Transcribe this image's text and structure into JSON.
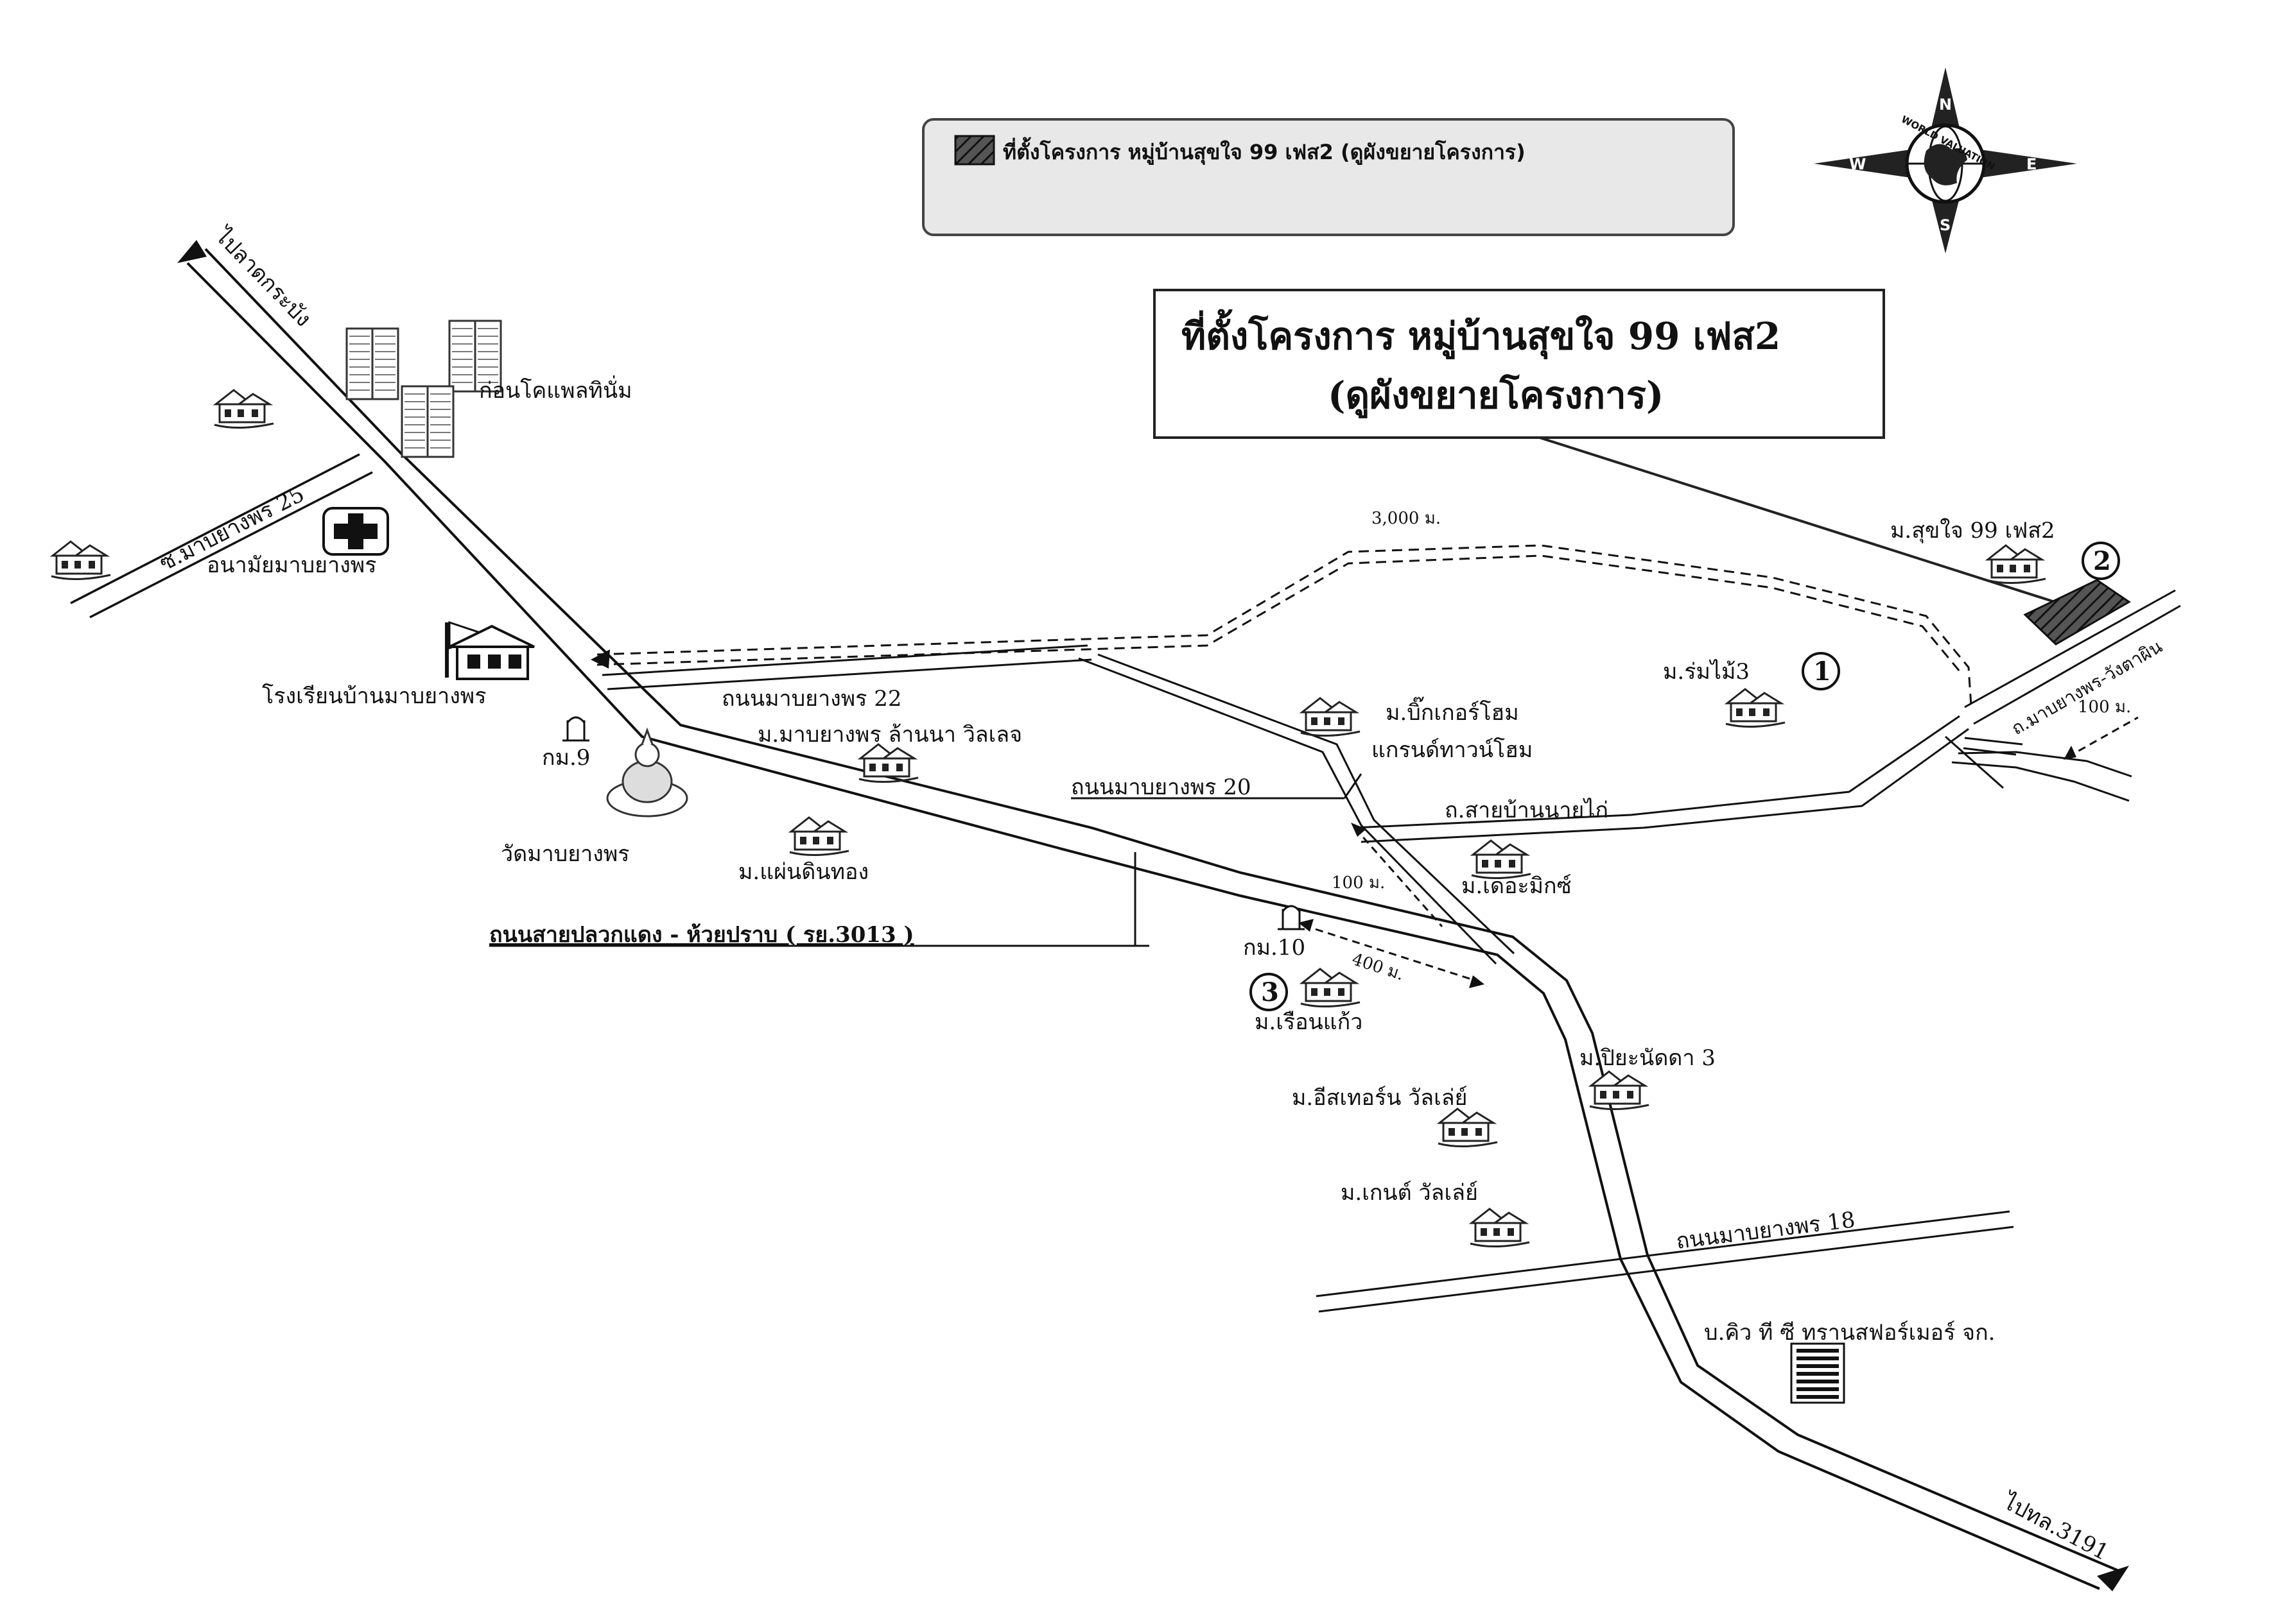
{
  "legend": {
    "text": "ที่ตั้งโครงการ หมู่บ้านสุขใจ 99 เฟส2 (ดูผังขยายโครงการ)"
  },
  "title": {
    "line1": "ที่ตั้งโครงการ หมู่บ้านสุขใจ 99 เฟส2",
    "line2": "(ดูผังขยายโครงการ)"
  },
  "compass": {
    "n": "N",
    "s": "S",
    "e": "E",
    "w": "W",
    "brand": "WORLD VALUATION"
  },
  "roads": {
    "to_lat_krabang": "ไปลาดกระบัง",
    "to_road_3191": "ไปทล.3191",
    "soi_25": "ซ.มาบยางพร 25",
    "road_22": "ถนนมาบยางพร 22",
    "road_20": "ถนนมาบยางพร 20",
    "road_18": "ถนนมาบยางพร 18",
    "road_nai_kai": "ถ.สายบ้านนายไก่",
    "road_wang_tanot": "ถ.มาบยางพร-วังตาผิน",
    "main_road": "ถนนสายปลวกแดง - ห้วยปราบ ( รย.3013 )"
  },
  "places": {
    "condo": "ก่อนโคแพลทินั่ม",
    "health_center": "อนามัยมาบยางพร",
    "school": "โรงเรียนบ้านมาบยางพร",
    "km9": "กม.9",
    "temple": "วัดมาบยางพร",
    "m_lanna": "ม.มาบยางพร ล้านนา วิลเลจ",
    "m_paendin": "ม.แผ่นดินทอง",
    "m_bigger": "ม.บิ๊กเกอร์โฮม",
    "m_bigger2": "แกรนด์ทาวน์โฮม",
    "m_romai": "ม.ร่มไม้3",
    "m_sukjai": "ม.สุขใจ 99 เฟส2",
    "m_themix": "ม.เดอะมิกซ์",
    "km10": "กม.10",
    "m_ruenkaew": "ม.เรือนแก้ว",
    "m_piyanat": "ม.ปิยะนัดดา 3",
    "m_eastern": "ม.อีสเทอร์น วัลเล่ย์",
    "m_kent": "ม.เกนต์ วัลเล่ย์",
    "qtc": "บ.คิว ที ซี ทรานสฟอร์เมอร์ จก."
  },
  "distances": {
    "d3000": "3,000 ม.",
    "d100a": "100 ม.",
    "d100b": "100 ม.",
    "d400": "400 ม."
  },
  "markers": {
    "one": "1",
    "two": "2",
    "three": "3"
  },
  "colors": {
    "line": "#111111",
    "legend_fill": "#e8e8e8",
    "project": "#333333"
  }
}
